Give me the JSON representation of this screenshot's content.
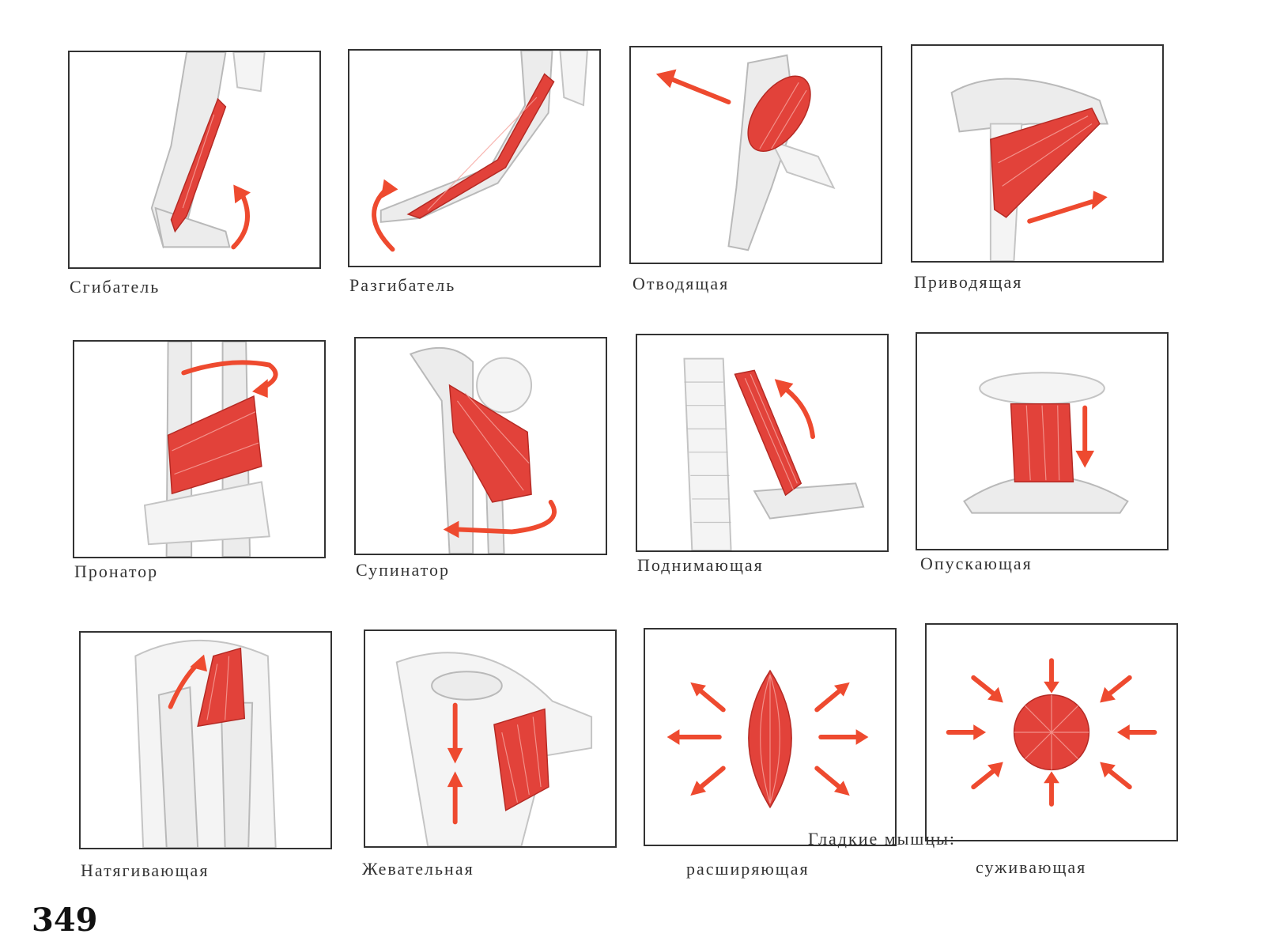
{
  "panels": [
    {
      "id": "flexor",
      "label": "Сгибатель"
    },
    {
      "id": "extensor",
      "label": "Разгибатель"
    },
    {
      "id": "abductor",
      "label": "Отводящая"
    },
    {
      "id": "adductor",
      "label": "Приводящая"
    },
    {
      "id": "pronator",
      "label": "Пронатор"
    },
    {
      "id": "supinator",
      "label": "Супинатор"
    },
    {
      "id": "levator",
      "label": "Поднимающая"
    },
    {
      "id": "depressor",
      "label": "Опускающая"
    },
    {
      "id": "tensor",
      "label": "Натягивающая"
    },
    {
      "id": "masseter",
      "label": "Жевательная"
    },
    {
      "id": "dilator",
      "label": "расширяющая"
    },
    {
      "id": "constrictor",
      "label": "суживающая"
    }
  ],
  "smooth_muscles_title": "Гладкие мышцы:",
  "page_number": "349",
  "colors": {
    "muscle": "#e2423a",
    "arrow": "#ee4a2f",
    "bone": "#ececec"
  }
}
